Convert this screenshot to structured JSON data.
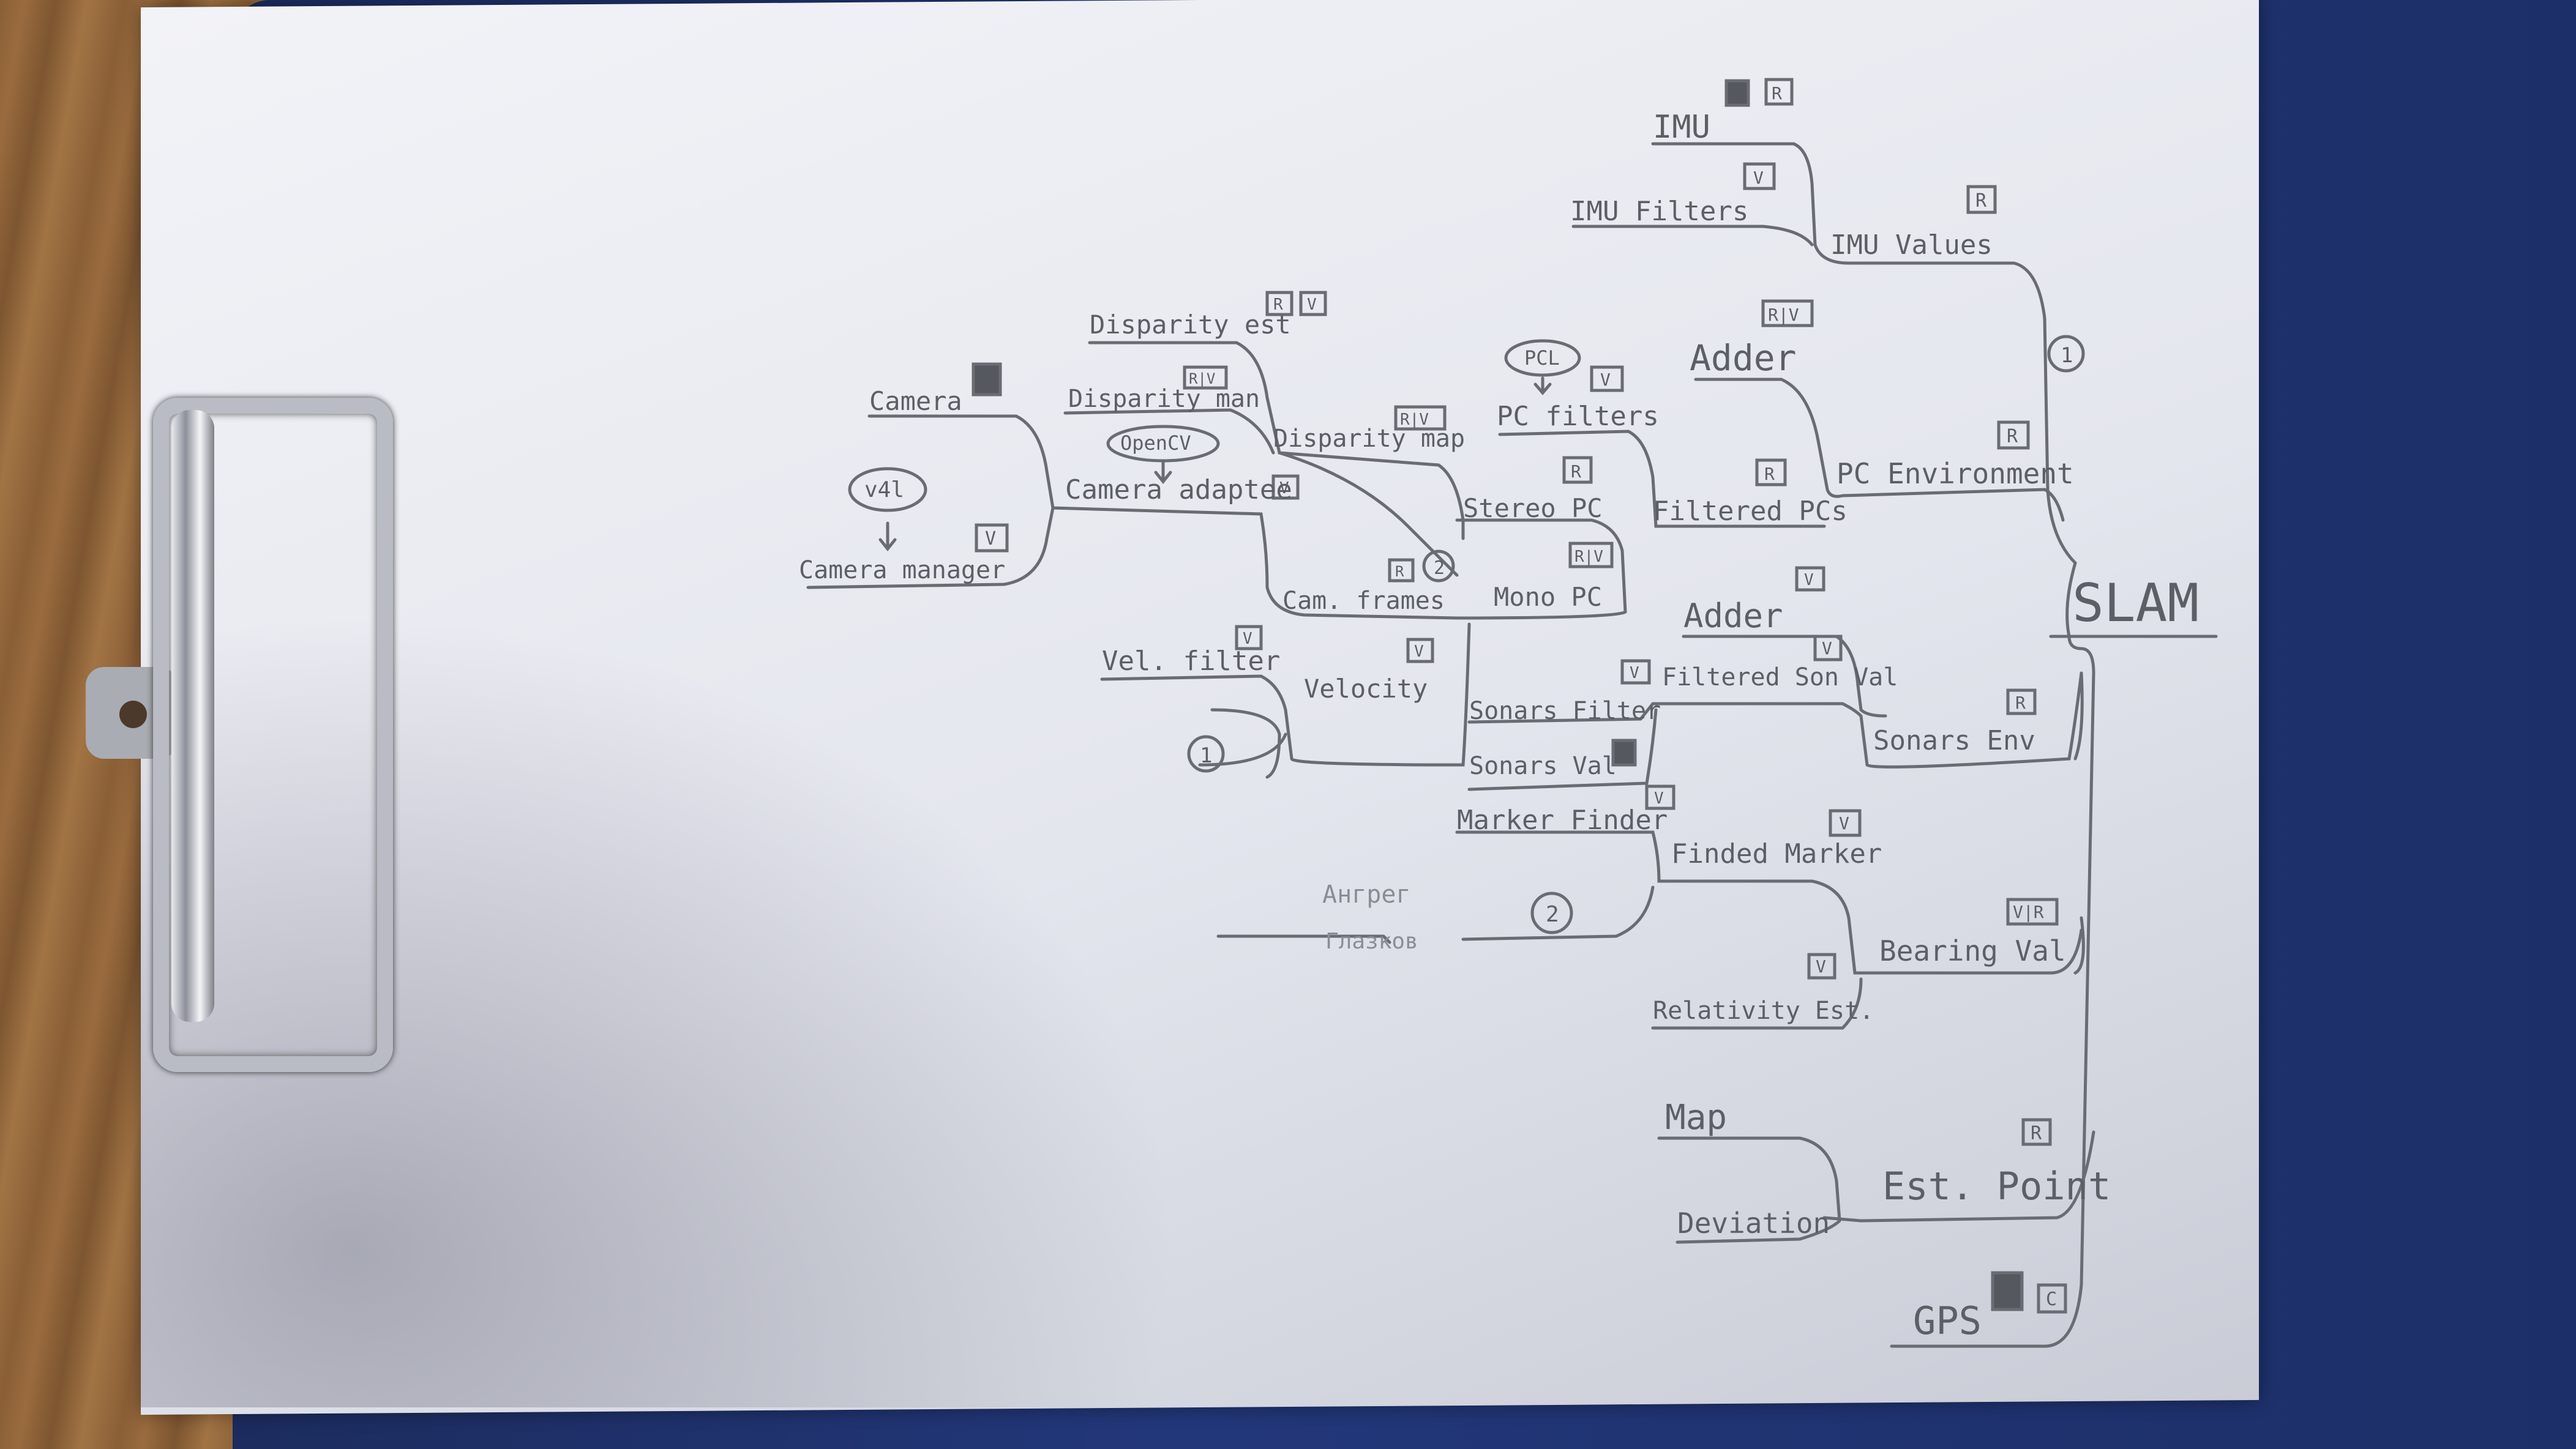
{
  "labels": {
    "imu": "IMU",
    "imu_filters": "IMU Filters",
    "imu_values": "IMU Values",
    "disparity_est": "Disparity est",
    "disparity_man": "Disparity man",
    "disparity_map": "Disparity map",
    "camera": "Camera",
    "opencv": "OpenCV",
    "camera_adaptee": "Camera adaptee",
    "v4l": "v4l",
    "camera_manager": "Camera manager",
    "pcl": "PCL",
    "pc_filters": "PC filters",
    "adder_top": "Adder",
    "stereo_pc": "Stereo PC",
    "filtered_pcs": "Filtered PCs",
    "pc_environment": "PC Environment",
    "cam_frames": "Cam. frames",
    "mono_pc": "Mono PC",
    "adder_mid": "Adder",
    "vel_filter": "Vel. filter",
    "velocity": "Velocity",
    "sonars_filter": "Sonars Filter",
    "filtered_son_val": "Filtered Son Val",
    "sonars_env": "Sonars Env",
    "sonars_val": "Sonars Val",
    "slam": "SLAM",
    "marker_finder": "Marker Finder",
    "finded_marker": "Finded Marker",
    "angles_line1": "Ангрег",
    "angles_line2": "Глазков",
    "bearing_val": "Bearing Val",
    "relativity_est": "Relativity Est.",
    "map": "Map",
    "est_point": "Est. Point",
    "deviation": "Deviation",
    "gps": "GPS",
    "circle_1": "1",
    "circle_2": "2"
  },
  "tags": {
    "r": "R",
    "v": "V",
    "rv": "R|V",
    "vr": "V|R",
    "c": "C"
  }
}
